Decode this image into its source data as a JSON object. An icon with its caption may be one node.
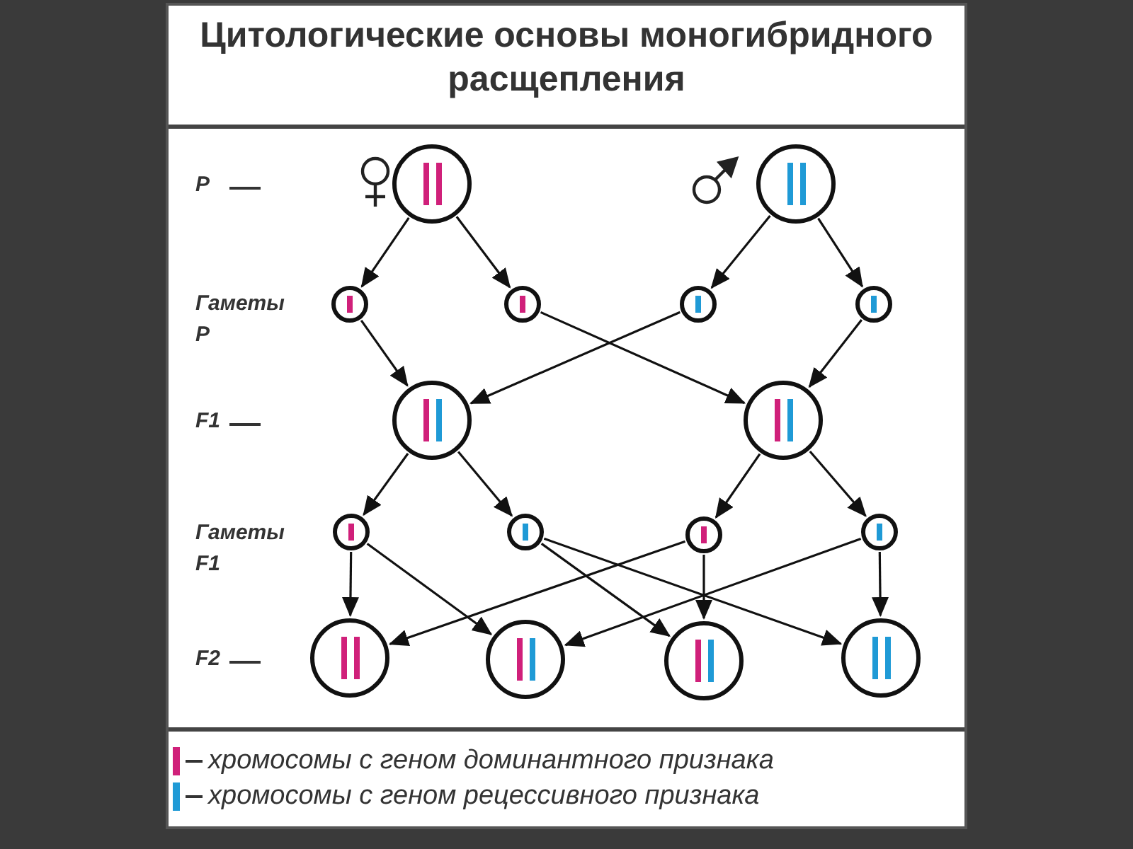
{
  "diagram": {
    "title": "Цитологические основы моногибридного расщепления",
    "nodes": [
      {
        "text": [],
        "shape": "circle"
      },
      {
        "text": [],
        "shape": "circle"
      },
      {
        "text": [],
        "shape": "circle"
      },
      {
        "text": [],
        "shape": "circle"
      },
      {
        "text": [],
        "shape": "circle"
      },
      {
        "text": [],
        "shape": "circle"
      },
      {
        "text": [],
        "shape": "circle"
      },
      {
        "text": [],
        "shape": "circle"
      },
      {
        "text": [],
        "shape": "circle"
      },
      {
        "text": [],
        "shape": "circle"
      },
      {
        "text": [],
        "shape": "circle"
      },
      {
        "text": [],
        "shape": "circle"
      },
      {
        "text": [],
        "shape": "circle"
      },
      {
        "text": [],
        "shape": "circle"
      },
      {
        "text": [],
        "shape": "circle"
      },
      {
        "text": [],
        "shape": "circle"
      }
    ],
    "edges": [
      {
        "from": 0,
        "to": 2,
        "arrow": "to"
      },
      {
        "from": 0,
        "to": 3,
        "arrow": "to"
      },
      {
        "from": 1,
        "to": 4,
        "arrow": "to"
      },
      {
        "from": 1,
        "to": 5,
        "arrow": "to"
      },
      {
        "from": 2,
        "to": 6,
        "arrow": "to"
      },
      {
        "from": 3,
        "to": 7,
        "arrow": "to"
      },
      {
        "from": 4,
        "to": 6,
        "arrow": "to"
      },
      {
        "from": 5,
        "to": 7,
        "arrow": "to"
      },
      {
        "from": 6,
        "to": 8,
        "arrow": "to"
      },
      {
        "from": 6,
        "to": 9,
        "arrow": "to"
      },
      {
        "from": 7,
        "to": 10,
        "arrow": "to"
      },
      {
        "from": 7,
        "to": 11,
        "arrow": "to"
      },
      {
        "from": 8,
        "to": 12,
        "arrow": "to"
      },
      {
        "from": 8,
        "to": 13,
        "arrow": "to"
      },
      {
        "from": 9,
        "to": 14,
        "arrow": "to"
      },
      {
        "from": 9,
        "to": 15,
        "arrow": "to"
      },
      {
        "from": 10,
        "to": 12,
        "arrow": "to"
      },
      {
        "from": 10,
        "to": 14,
        "arrow": "to"
      },
      {
        "from": 11,
        "to": 13,
        "arrow": "to"
      },
      {
        "from": 11,
        "to": 15,
        "arrow": "to"
      }
    ],
    "labels": [
      "P",
      "Гаметы P",
      "F1",
      "Гаметы F1",
      "F2"
    ],
    "legend": [
      {
        "text": "хромосомы с геном доминантного признака",
        "color": "#d0207a"
      },
      {
        "text": "хромосомы с геном рецессивного признака",
        "color": "#1f9ad6"
      }
    ]
  }
}
